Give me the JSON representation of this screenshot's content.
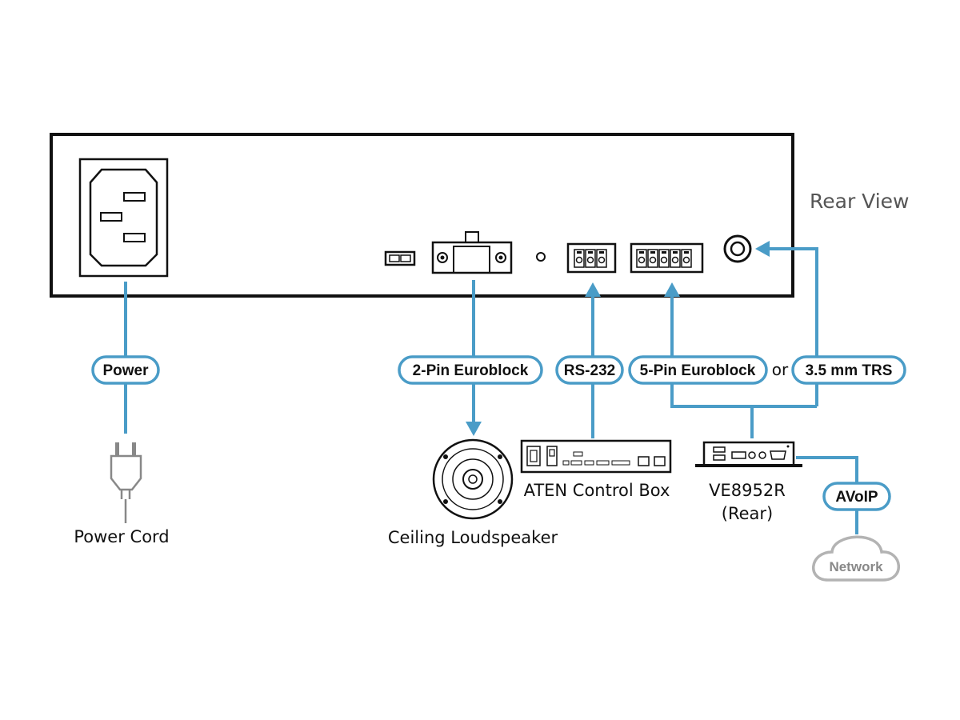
{
  "diagram": {
    "rear_view_label": "Rear View",
    "connections": {
      "power": "Power",
      "two_pin": "2-Pin Euroblock",
      "rs232": "RS-232",
      "five_pin": "5-Pin Euroblock",
      "or_word": "or",
      "trs": "3.5 mm TRS",
      "avoip": "AVoIP"
    },
    "devices": {
      "power_cord": "Power Cord",
      "loudspeaker": "Ceiling Loudspeaker",
      "control_box": "ATEN Control Box",
      "ve_line1": "VE8952R",
      "ve_line2": "(Rear)",
      "network": "Network"
    },
    "colors": {
      "connector_blue": "#4a9cc7",
      "device_outline": "#111111",
      "network_gray": "#b3b3b3"
    }
  }
}
